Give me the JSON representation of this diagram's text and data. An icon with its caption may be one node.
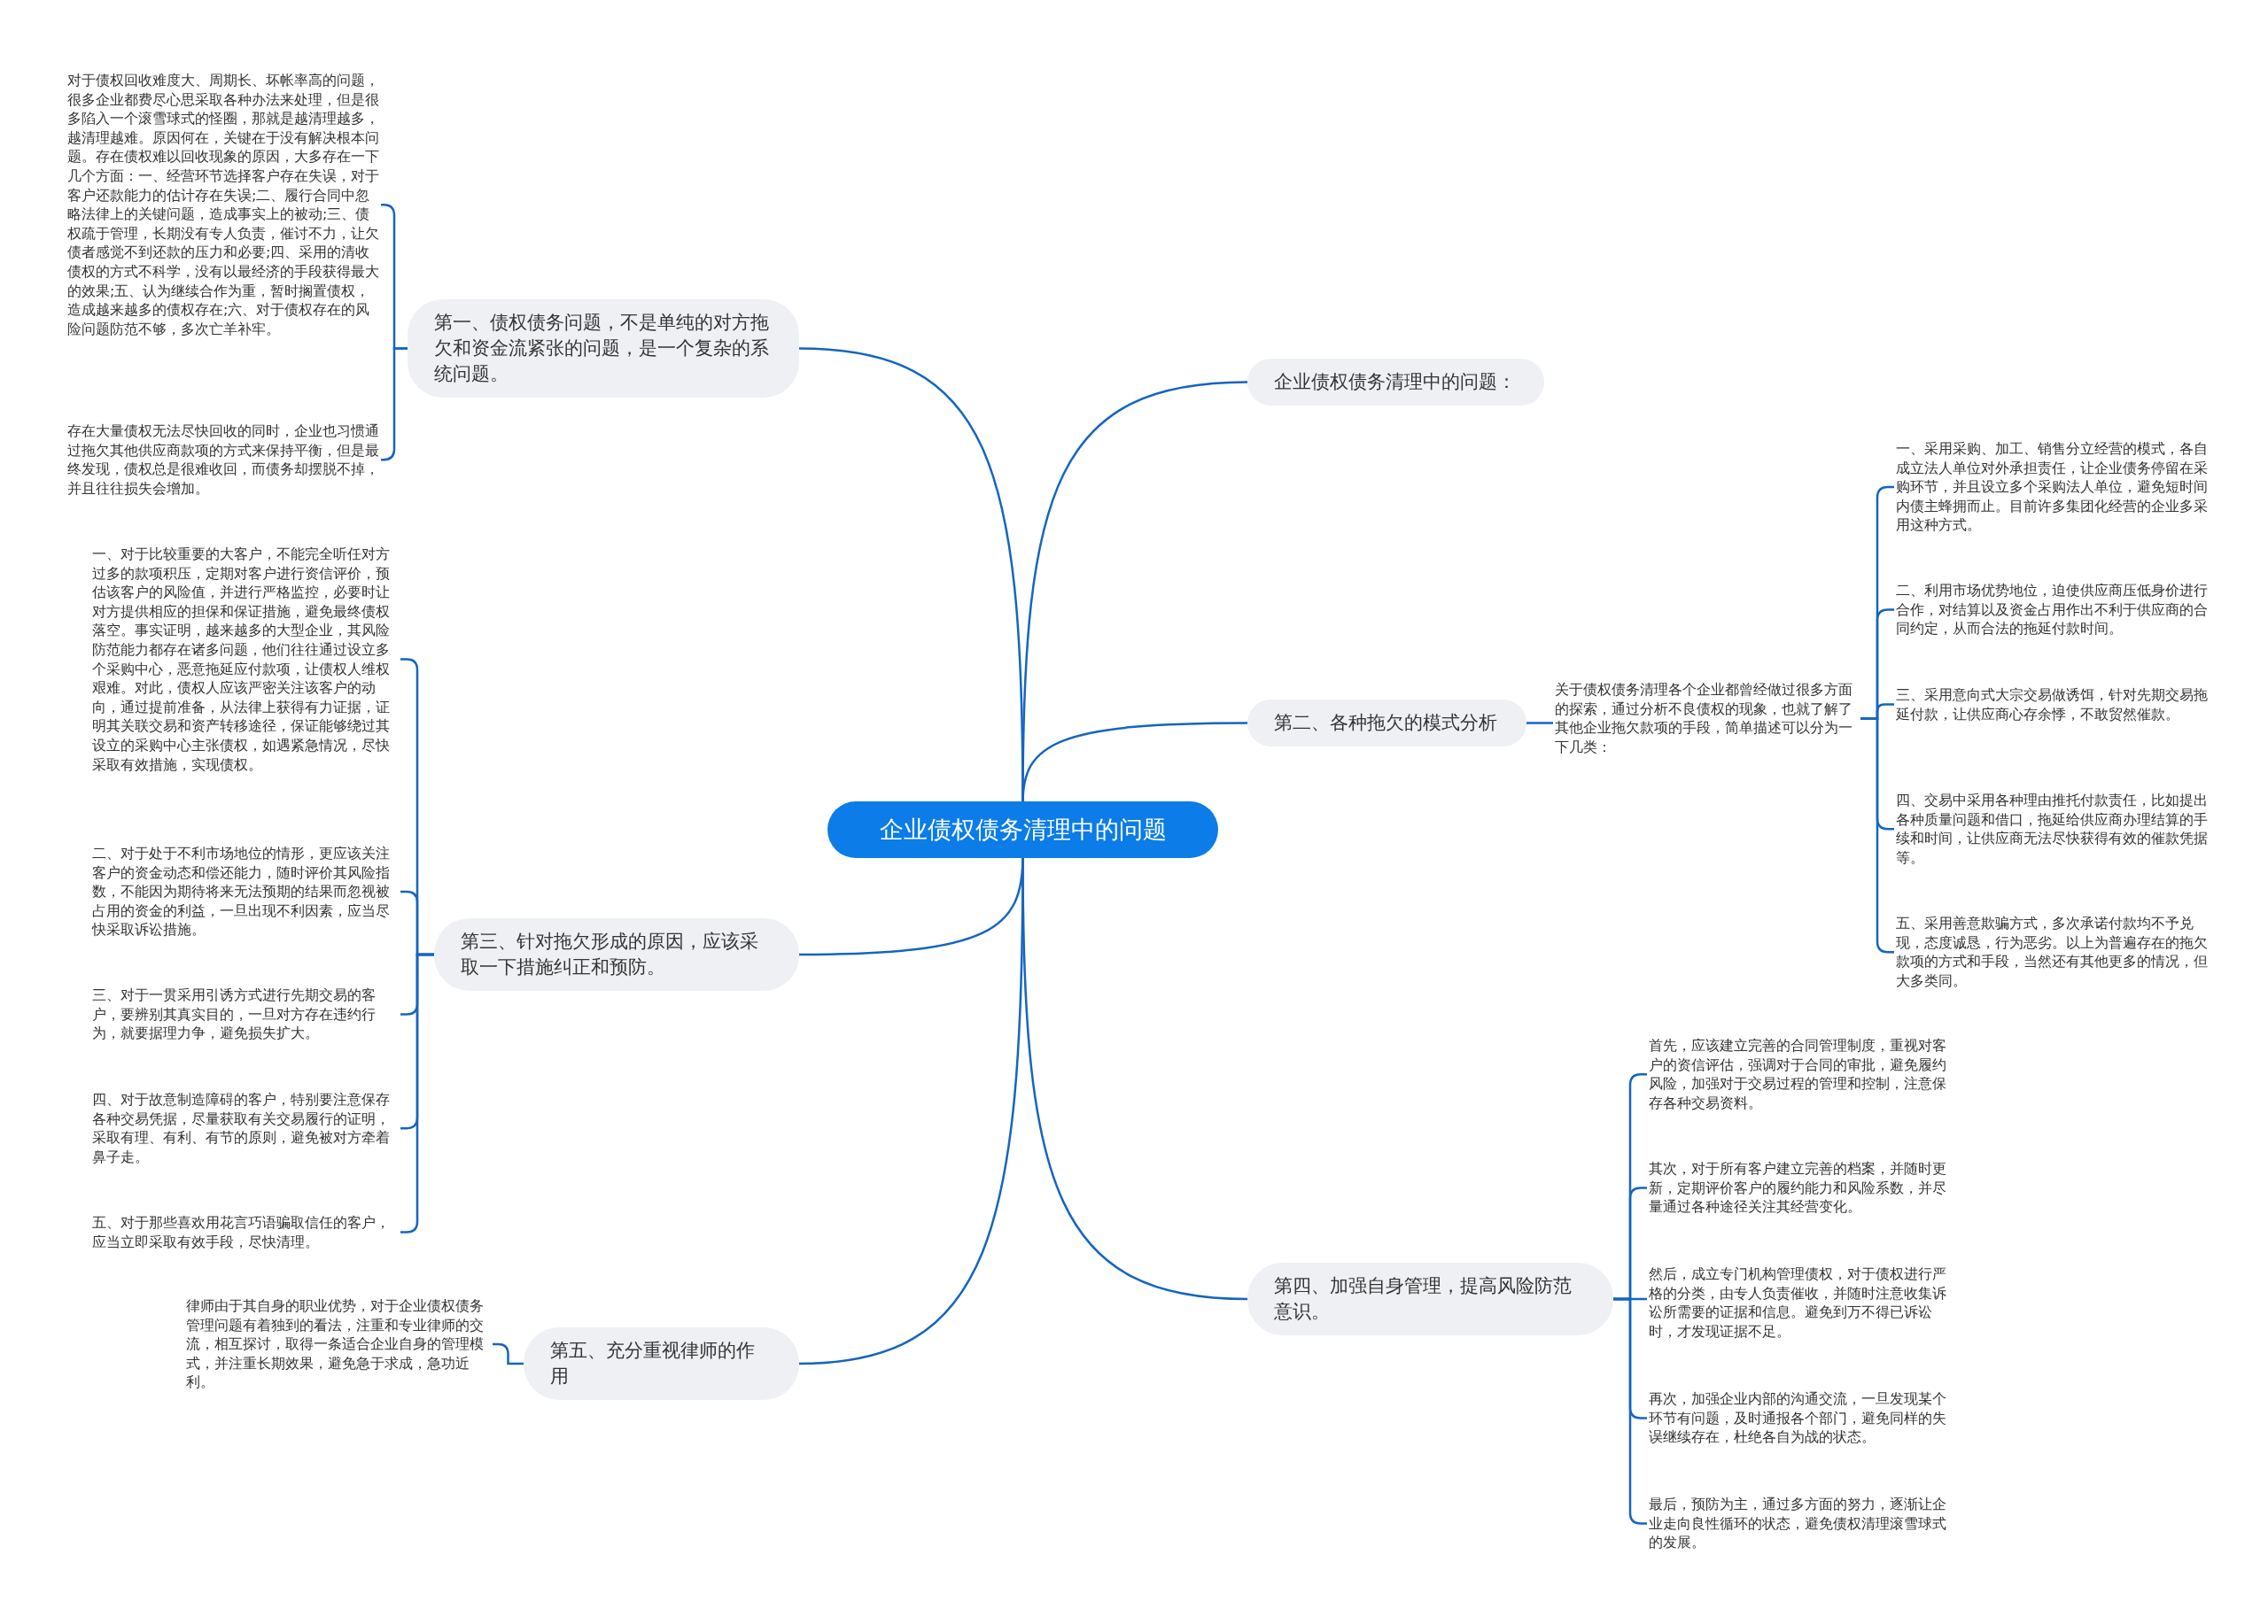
{
  "diagram": {
    "nodes": [
      {
        "text": [
          "企业债权债务清理中的问题"
        ]
      },
      {
        "text": [
          "第一、债权债务问题，不是单纯的对方拖欠和资金流紧张的问题，是一个复杂的系统问题。"
        ]
      },
      {
        "text": [
          "对于债权回收难度大、周期长、坏帐率高的问题，很多企业都费尽心思采取各种办法来处理，但是很多陷入一个滚雪球式的怪圈，那就是越清理越多，越清理越难。原因何在，关键在于没有解决根本问题。存在债权难以回收现象的原因，大多存在一下几个方面：一、经营环节选择客户存在失误，对于客户还款能力的估计存在失误;二、履行合同中忽略法律上的关键问题，造成事实上的被动;三、债权疏于管理，长期没有专人负责，催讨不力，让欠债者感觉不到还款的压力和必要;四、采用的清收债权的方式不科学，没有以最经济的手段获得最大的效果;五、认为继续合作为重，暂时搁置债权，造成越来越多的债权存在;六、对于债权存在的风险问题防范不够，多次亡羊补牢。"
        ]
      },
      {
        "text": [
          "存在大量债权无法尽快回收的同时，企业也习惯通过拖欠其他供应商款项的方式来保持平衡，但是最终发现，债权总是很难收回，而债务却摆脱不掉，并且往往损失会增加。"
        ]
      },
      {
        "text": [
          "企业债权债务清理中的问题："
        ]
      },
      {
        "text": [
          "第二、各种拖欠的模式分析"
        ]
      },
      {
        "text": [
          "关于债权债务清理各个企业都曾经做过很多方面的探索，通过分析不良债权的现象，也就了解了其他企业拖欠款项的手段，简单描述可以分为一下几类："
        ]
      },
      {
        "text": [
          "一、采用采购、加工、销售分立经营的模式，各自成立法人单位对外承担责任，让企业债务停留在采购环节，并且设立多个采购法人单位，避免短时间内债主蜂拥而止。目前许多集团化经营的企业多采用这种方式。"
        ]
      },
      {
        "text": [
          "二、利用市场优势地位，迫使供应商压低身价进行合作，对结算以及资金占用作出不利于供应商的合同约定，从而合法的拖延付款时间。"
        ]
      },
      {
        "text": [
          "三、采用意向式大宗交易做诱饵，针对先期交易拖延付款，让供应商心存余悸，不敢贸然催款。"
        ]
      },
      {
        "text": [
          "四、交易中采用各种理由推托付款责任，比如提出各种质量问题和借口，拖延给供应商办理结算的手续和时间，让供应商无法尽快获得有效的催款凭据等。"
        ]
      },
      {
        "text": [
          "五、采用善意欺骗方式，多次承诺付款均不予兑现，态度诚恳，行为恶劣。以上为普遍存在的拖欠款项的方式和手段，当然还有其他更多的情况，但大多类同。"
        ]
      },
      {
        "text": [
          "第三、针对拖欠形成的原因，应该采取一下措施纠正和预防。"
        ]
      },
      {
        "text": [
          "一、对于比较重要的大客户，不能完全听任对方过多的款项积压，定期对客户进行资信评价，预估该客户的风险值，并进行严格监控，必要时让对方提供相应的担保和保证措施，避免最终债权落空。事实证明，越来越多的大型企业，其风险防范能力都存在诸多问题，他们往往通过设立多个采购中心，恶意拖延应付款项，让债权人维权艰难。对此，债权人应该严密关注该客户的动向，通过提前准备，从法律上获得有力证据，证明其关联交易和资产转移途径，保证能够绕过其设立的采购中心主张债权，如遇紧急情况，尽快采取有效措施，实现债权。"
        ]
      },
      {
        "text": [
          "二、对于处于不利市场地位的情形，更应该关注客户的资金动态和偿还能力，随时评价其风险指数，不能因为期待将来无法预期的结果而忽视被占用的资金的利益，一旦出现不利因素，应当尽快采取诉讼措施。"
        ]
      },
      {
        "text": [
          "三、对于一贯采用引诱方式进行先期交易的客户，要辨别其真实目的，一旦对方存在违约行为，就要据理力争，避免损失扩大。"
        ]
      },
      {
        "text": [
          "四、对于故意制造障碍的客户，特别要注意保存各种交易凭据，尽量获取有关交易履行的证明，采取有理、有利、有节的原则，避免被对方牵着鼻子走。"
        ]
      },
      {
        "text": [
          "五、对于那些喜欢用花言巧语骗取信任的客户，应当立即采取有效手段，尽快清理。"
        ]
      },
      {
        "text": [
          "第四、加强自身管理，提高风险防范意识。"
        ]
      },
      {
        "text": [
          "首先，应该建立完善的合同管理制度，重视对客户的资信评估，强调对于合同的审批，避免履约风险，加强对于交易过程的管理和控制，注意保存各种交易资料。"
        ]
      },
      {
        "text": [
          "其次，对于所有客户建立完善的档案，并随时更新，定期评价客户的履约能力和风险系数，并尽量通过各种途径关注其经营变化。"
        ]
      },
      {
        "text": [
          "然后，成立专门机构管理债权，对于债权进行严格的分类，由专人负责催收，并随时注意收集诉讼所需要的证据和信息。避免到万不得已诉讼时，才发现证据不足。"
        ]
      },
      {
        "text": [
          "再次，加强企业内部的沟通交流，一旦发现某个环节有问题，及时通报各个部门，避免同样的失误继续存在，杜绝各自为战的状态。"
        ]
      },
      {
        "text": [
          "最后，预防为主，通过多方面的努力，逐渐让企业走向良性循环的状态，避免债权清理滚雪球式的发展。"
        ]
      },
      {
        "text": [
          "第五、充分重视律师的作用"
        ]
      },
      {
        "text": [
          "律师由于其自身的职业优势，对于企业债权债务管理问题有着独到的看法，注重和专业律师的交流，相互探讨，取得一条适合企业自身的管理模式，并注重长期效果，避免急于求成，急功近利。"
        ]
      }
    ],
    "edges": [
      {
        "from": 0,
        "to": 1,
        "arrow": "none"
      },
      {
        "from": 1,
        "to": 2,
        "arrow": "none"
      },
      {
        "from": 1,
        "to": 3,
        "arrow": "none"
      },
      {
        "from": 0,
        "to": 4,
        "arrow": "none"
      },
      {
        "from": 0,
        "to": 5,
        "arrow": "none"
      },
      {
        "from": 5,
        "to": 6,
        "arrow": "none"
      },
      {
        "from": 6,
        "to": 7,
        "arrow": "none"
      },
      {
        "from": 6,
        "to": 8,
        "arrow": "none"
      },
      {
        "from": 6,
        "to": 9,
        "arrow": "none"
      },
      {
        "from": 6,
        "to": 10,
        "arrow": "none"
      },
      {
        "from": 6,
        "to": 11,
        "arrow": "none"
      },
      {
        "from": 0,
        "to": 12,
        "arrow": "none"
      },
      {
        "from": 12,
        "to": 13,
        "arrow": "none"
      },
      {
        "from": 12,
        "to": 14,
        "arrow": "none"
      },
      {
        "from": 12,
        "to": 15,
        "arrow": "none"
      },
      {
        "from": 12,
        "to": 16,
        "arrow": "none"
      },
      {
        "from": 12,
        "to": 17,
        "arrow": "none"
      },
      {
        "from": 0,
        "to": 18,
        "arrow": "none"
      },
      {
        "from": 18,
        "to": 19,
        "arrow": "none"
      },
      {
        "from": 18,
        "to": 20,
        "arrow": "none"
      },
      {
        "from": 18,
        "to": 21,
        "arrow": "none"
      },
      {
        "from": 18,
        "to": 22,
        "arrow": "none"
      },
      {
        "from": 18,
        "to": 23,
        "arrow": "none"
      },
      {
        "from": 0,
        "to": 24,
        "arrow": "none"
      },
      {
        "from": 24,
        "to": 25,
        "arrow": "none"
      }
    ]
  }
}
